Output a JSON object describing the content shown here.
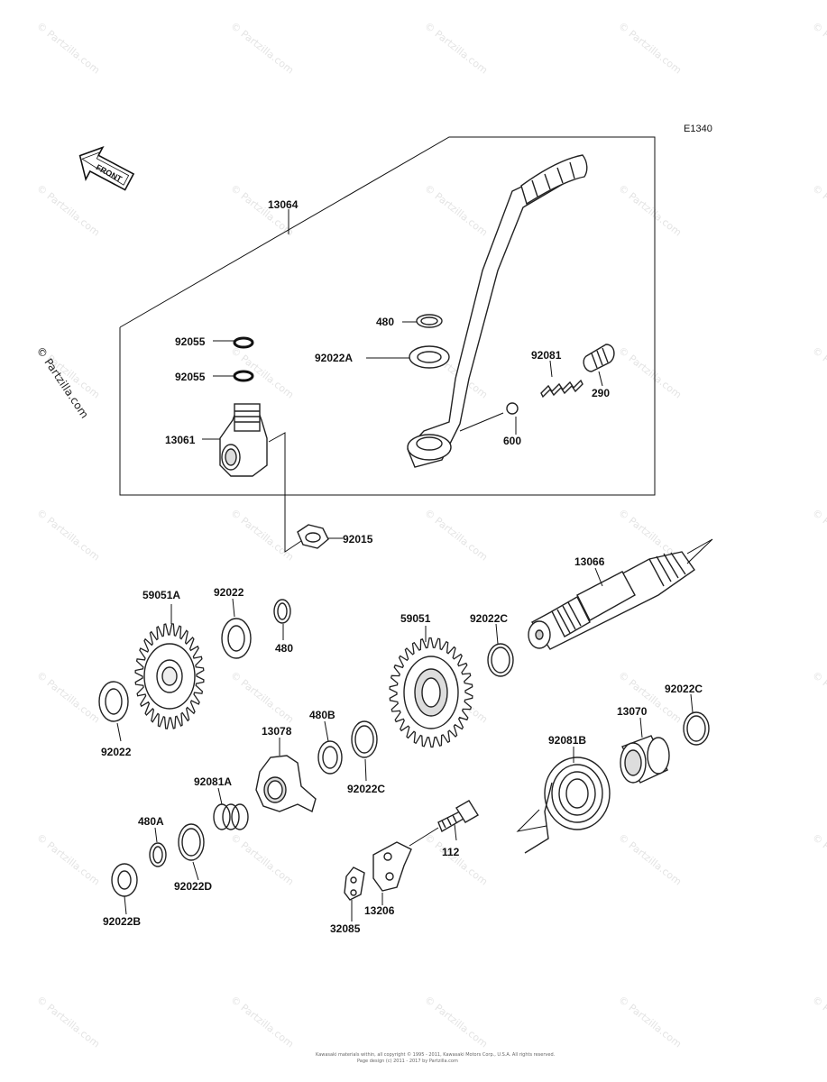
{
  "diagram": {
    "code": "E1340",
    "front_label": "FRONT",
    "side_watermark": "© Partzilla.com",
    "watermark_text": "© Partzilla.com",
    "footer_line1": "Kawasaki materials within, all copyright © 1995 - 2011, Kawasaki Motors Corp., U.S.A. All rights reserved.",
    "footer_line2": "Page design (c) 2011 - 2017 by Partzilla.com",
    "labels": {
      "p13064": "13064",
      "p480_top": "480",
      "p92022A": "92022A",
      "p92055_a": "92055",
      "p92055_b": "92055",
      "p92081": "92081",
      "p290": "290",
      "p13061": "13061",
      "p600": "600",
      "p92015": "92015",
      "p13066": "13066",
      "p59051A": "59051A",
      "p92022_top": "92022",
      "p480_mid": "480",
      "p59051": "59051",
      "p92022C_a": "92022C",
      "p92022_left": "92022",
      "p480B": "480B",
      "p13078": "13078",
      "p92022C_b": "92022C",
      "p92022C_c": "92022C",
      "p13070": "13070",
      "p92081B": "92081B",
      "p92081A": "92081A",
      "p480A": "480A",
      "p92022D": "92022D",
      "p112": "112",
      "p92022B": "92022B",
      "p13206": "13206",
      "p32085": "32085"
    }
  }
}
